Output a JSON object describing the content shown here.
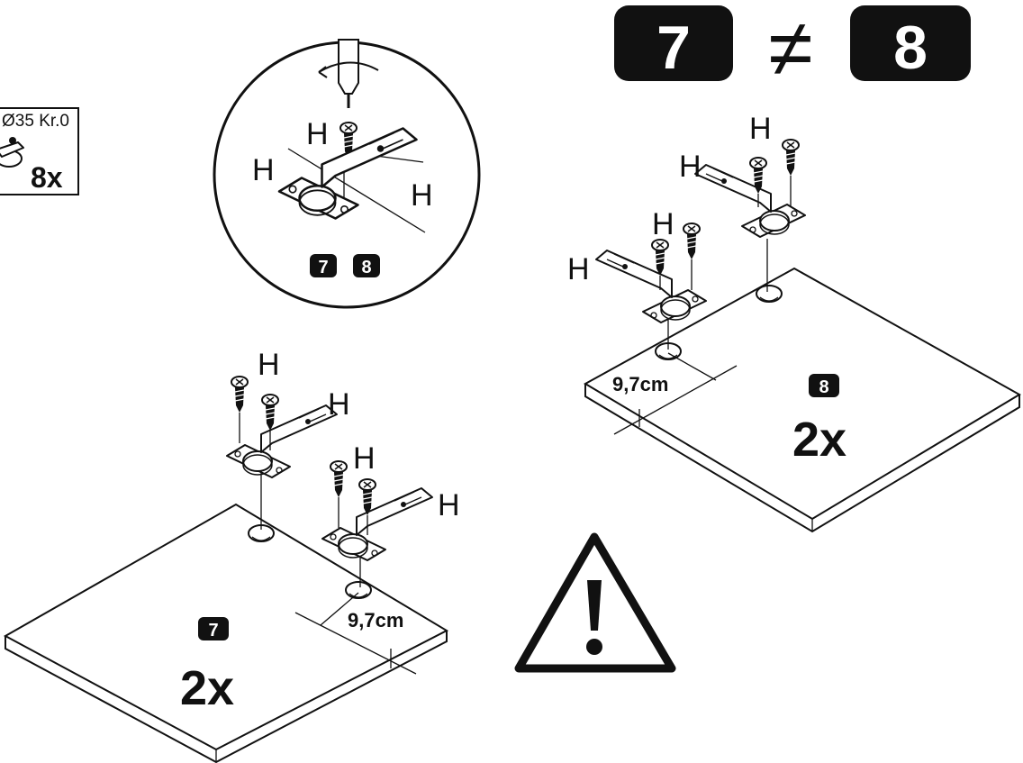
{
  "header": {
    "left_part": "7",
    "relation": "≠",
    "right_part": "8"
  },
  "parts_box": {
    "spec": "Ø35 Kr.0",
    "quantity": "8x"
  },
  "detail": {
    "hardware_label": "H",
    "badges": [
      "7",
      "8"
    ]
  },
  "panel_7": {
    "badge": "7",
    "quantity": "2x",
    "dimension": "9,7cm",
    "hardware_label": "H"
  },
  "panel_8": {
    "badge": "8",
    "quantity": "2x",
    "dimension": "9,7cm",
    "hardware_label": "H"
  },
  "warning": {
    "icon": "warning-triangle-icon"
  }
}
